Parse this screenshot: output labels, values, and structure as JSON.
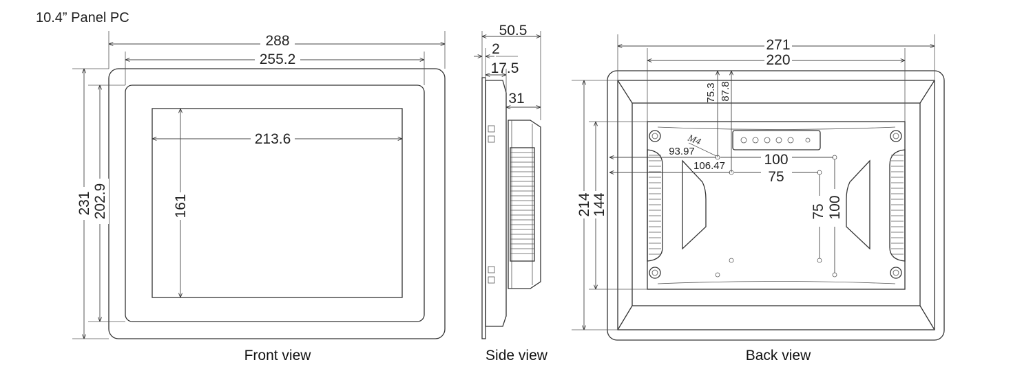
{
  "title": "10.4” Panel PC",
  "front": {
    "caption": "Front view",
    "width_outer": "288",
    "width_bezel": "255.2",
    "width_screen": "213.6",
    "height_screen": "161",
    "height_outer": "231",
    "height_bezel": "202.9"
  },
  "side": {
    "caption": "Side view",
    "depth_total": "50.5",
    "glass": "2",
    "front_depth": "17.5",
    "back_depth": "31"
  },
  "back": {
    "caption": "Back view",
    "width_outer": "271",
    "width_module": "220",
    "height_outer": "214",
    "height_module": "144",
    "vesa_100_h": "100",
    "vesa_75_h": "75",
    "vesa_75_v": "75",
    "vesa_100_v": "100",
    "offset_75_3": "75.3",
    "offset_87_8": "87.8",
    "offset_93_97": "93.97",
    "offset_106_47": "106.47",
    "screw": "M4"
  }
}
